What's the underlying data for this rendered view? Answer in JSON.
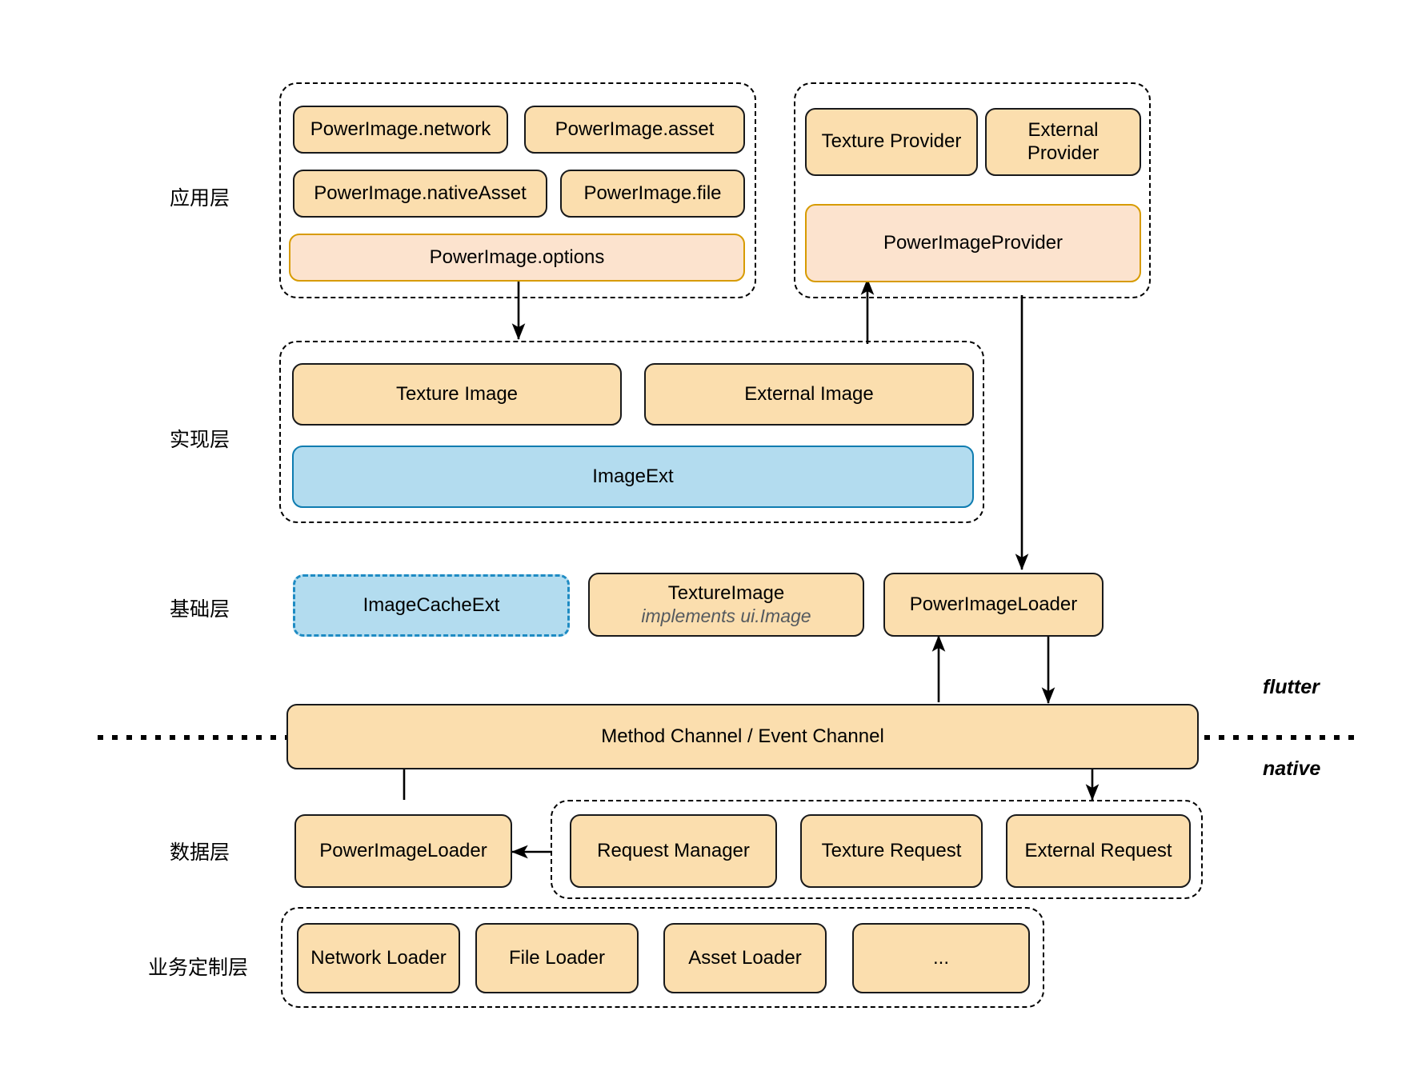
{
  "diagram": {
    "title": "PowerImage architecture layered diagram",
    "colors": {
      "node_orange_fill": "#FBDEAE",
      "node_orange_border": "#18191b",
      "node_peach_fill": "#FCE3CE",
      "node_peach_border": "#D79B00",
      "node_blue_fill": "#B3DCEF",
      "node_blue_border": "#0E7CB0",
      "node_blue_dashed_border": "#1E8BC3",
      "group_border": "#000000",
      "background": "#ffffff"
    }
  },
  "layer_labels": [
    {
      "id": "app",
      "text": "应用层"
    },
    {
      "id": "impl",
      "text": "实现层"
    },
    {
      "id": "base",
      "text": "基础层"
    },
    {
      "id": "data",
      "text": "数据层"
    },
    {
      "id": "business",
      "text": "业务定制层"
    }
  ],
  "side_labels": [
    {
      "id": "flutter",
      "text": "flutter"
    },
    {
      "id": "native",
      "text": "native"
    }
  ],
  "nodes": {
    "power_image_network": "PowerImage.network",
    "power_image_asset": "PowerImage.asset",
    "power_image_nativeasset": "PowerImage.nativeAsset",
    "power_image_file": "PowerImage.file",
    "power_image_options": "PowerImage.options",
    "texture_provider": "Texture Provider",
    "external_provider": "External Provider",
    "power_image_provider": "PowerImageProvider",
    "texture_image": "Texture Image",
    "external_image": "External Image",
    "image_ext": "ImageExt",
    "image_cache_ext": "ImageCacheExt",
    "texture_image_impl": "TextureImage",
    "texture_image_impl_sub": "implements ui.Image",
    "power_image_loader_flutter": "PowerImageLoader",
    "method_channel": "Method Channel / Event Channel",
    "power_image_loader_native": "PowerImageLoader",
    "request_manager": "Request Manager",
    "texture_request": "Texture Request",
    "external_request": "External Request",
    "network_loader": "Network Loader",
    "file_loader": "File Loader",
    "asset_loader": "Asset Loader",
    "more_loader": "..."
  },
  "groups": [
    {
      "id": "app-left-group",
      "label": "应用层 PowerImage constructors group"
    },
    {
      "id": "app-right-group",
      "label": "应用层 providers group"
    },
    {
      "id": "impl-group",
      "label": "实现层 group"
    },
    {
      "id": "data-group",
      "label": "数据层 request group"
    },
    {
      "id": "business-group",
      "label": "业务定制层 group"
    }
  ]
}
